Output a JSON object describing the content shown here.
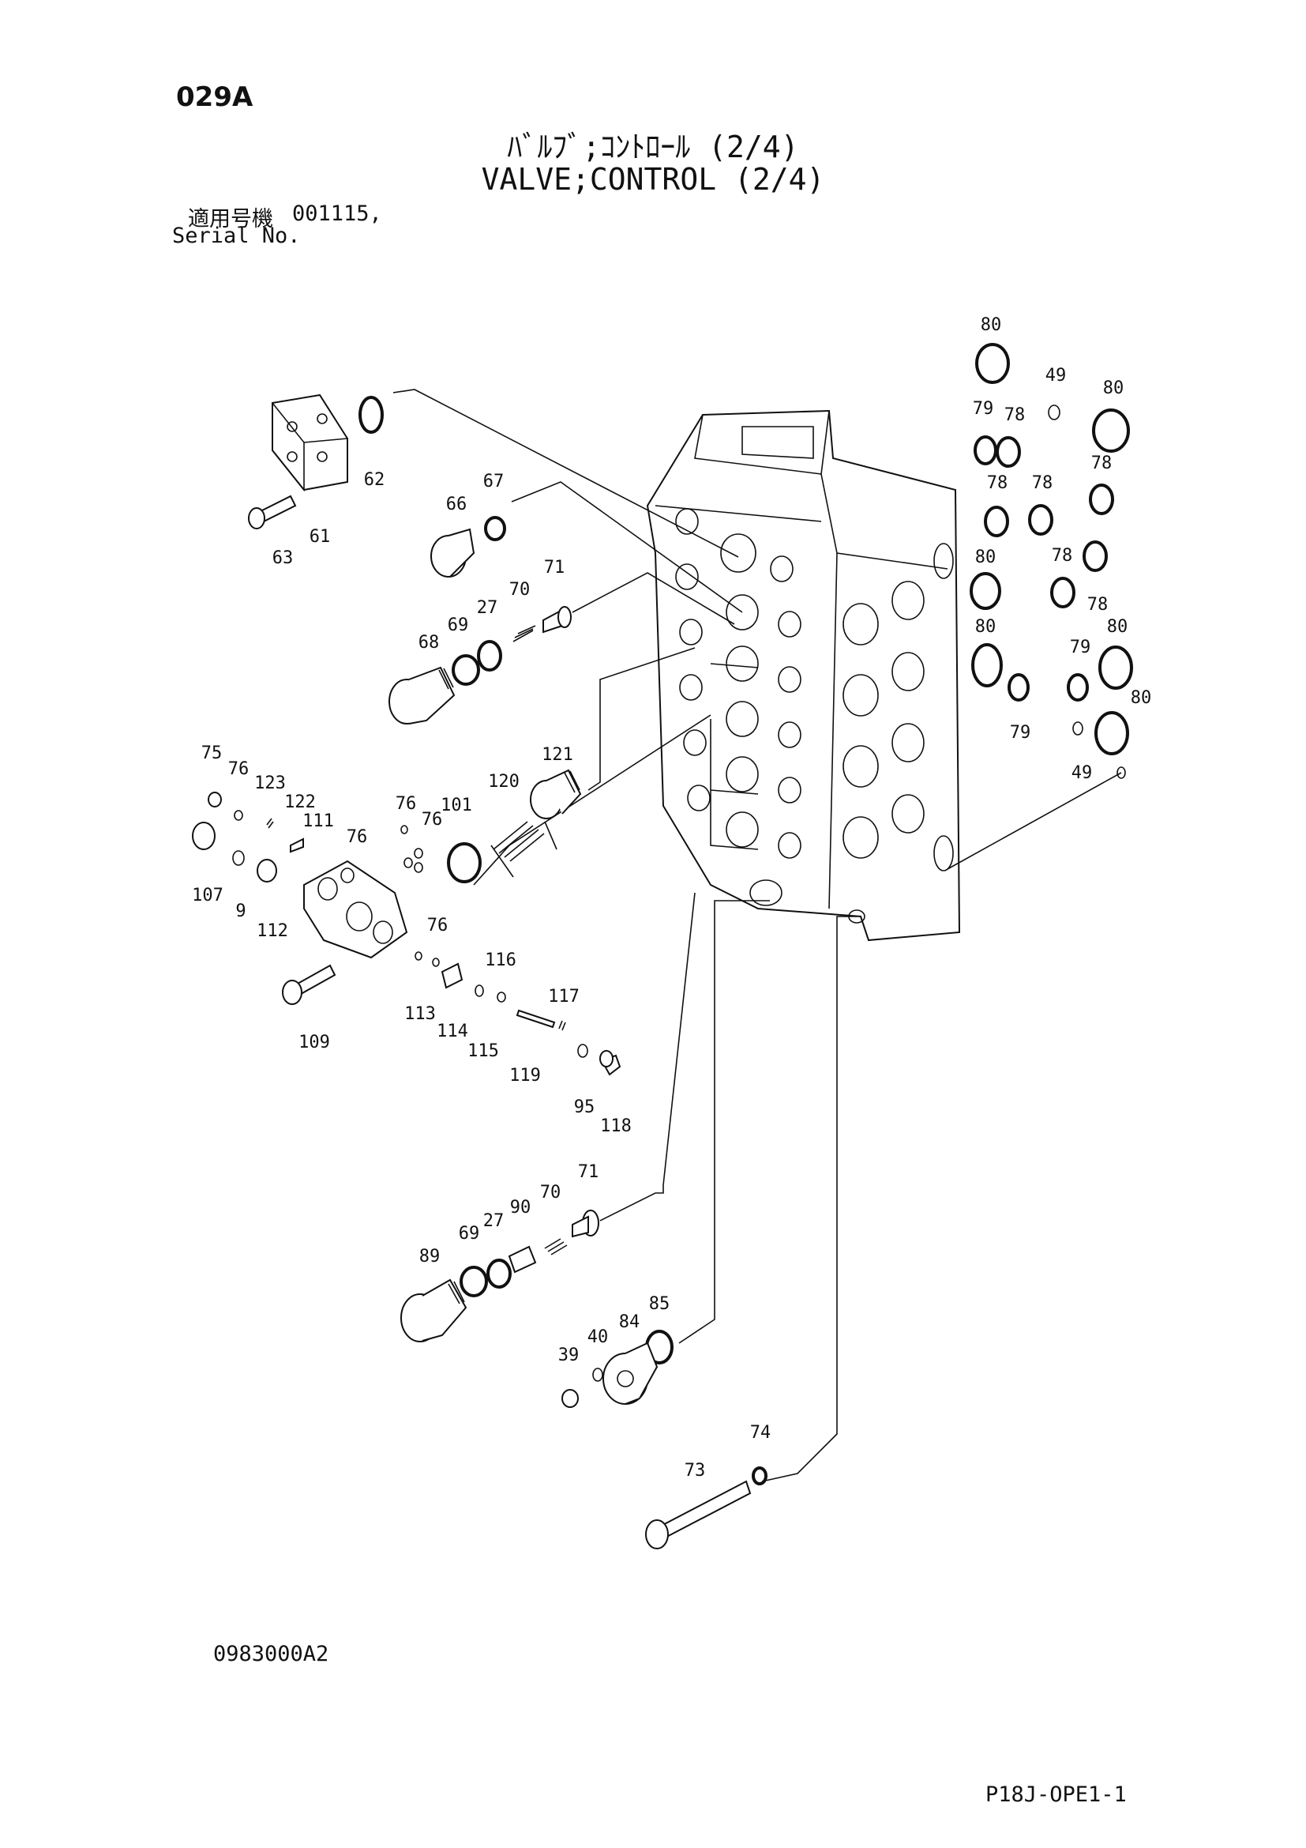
{
  "header": {
    "page_code": "029A",
    "title_jp": "ﾊﾞﾙﾌﾞ;ｺﾝﾄﾛｰﾙ (2/4)",
    "title_en": "VALVE;CONTROL (2/4)",
    "serial_label_jp": "適用号機",
    "serial_value": "001115,",
    "serial_label_en": "Serial No."
  },
  "footer": {
    "drawing_no": "0983000A2",
    "sheet_id": "P18J-OPE1-1"
  },
  "callouts": [
    "80",
    "49",
    "80",
    "79",
    "78",
    "78",
    "78",
    "78",
    "80",
    "78",
    "78",
    "80",
    "79",
    "80",
    "79",
    "80",
    "49",
    "62",
    "61",
    "63",
    "66",
    "67",
    "71",
    "70",
    "27",
    "69",
    "68",
    "75",
    "76",
    "123",
    "122",
    "111",
    "76",
    "76",
    "76",
    "101",
    "120",
    "121",
    "107",
    "9",
    "112",
    "76",
    "116",
    "117",
    "113",
    "114",
    "115",
    "119",
    "95",
    "118",
    "109",
    "71",
    "70",
    "90",
    "27",
    "69",
    "89",
    "85",
    "84",
    "40",
    "39",
    "74",
    "73"
  ]
}
